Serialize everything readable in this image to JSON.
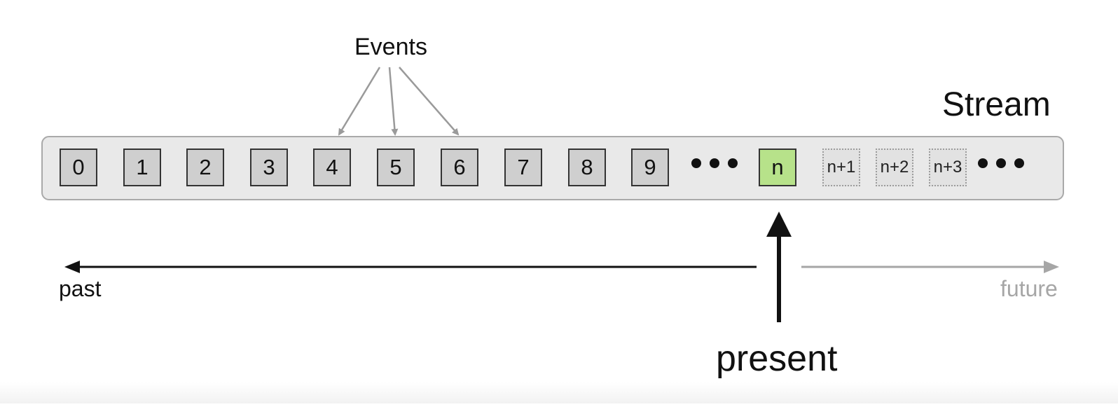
{
  "labels": {
    "events": "Events",
    "stream": "Stream",
    "past": "past",
    "future": "future",
    "present": "present"
  },
  "events": [
    "0",
    "1",
    "2",
    "3",
    "4",
    "5",
    "6",
    "7",
    "8",
    "9"
  ],
  "current_event": "n",
  "future_events": [
    "n+1",
    "n+2",
    "n+3"
  ],
  "pointed_events": [
    "4",
    "5",
    "6"
  ],
  "colors": {
    "current": "#b7e28a",
    "past_event": "#cfcfcf",
    "future_event": "#e2e2e2",
    "stream_bar": "#e9e9e9",
    "future_text": "#a6a6a6"
  }
}
